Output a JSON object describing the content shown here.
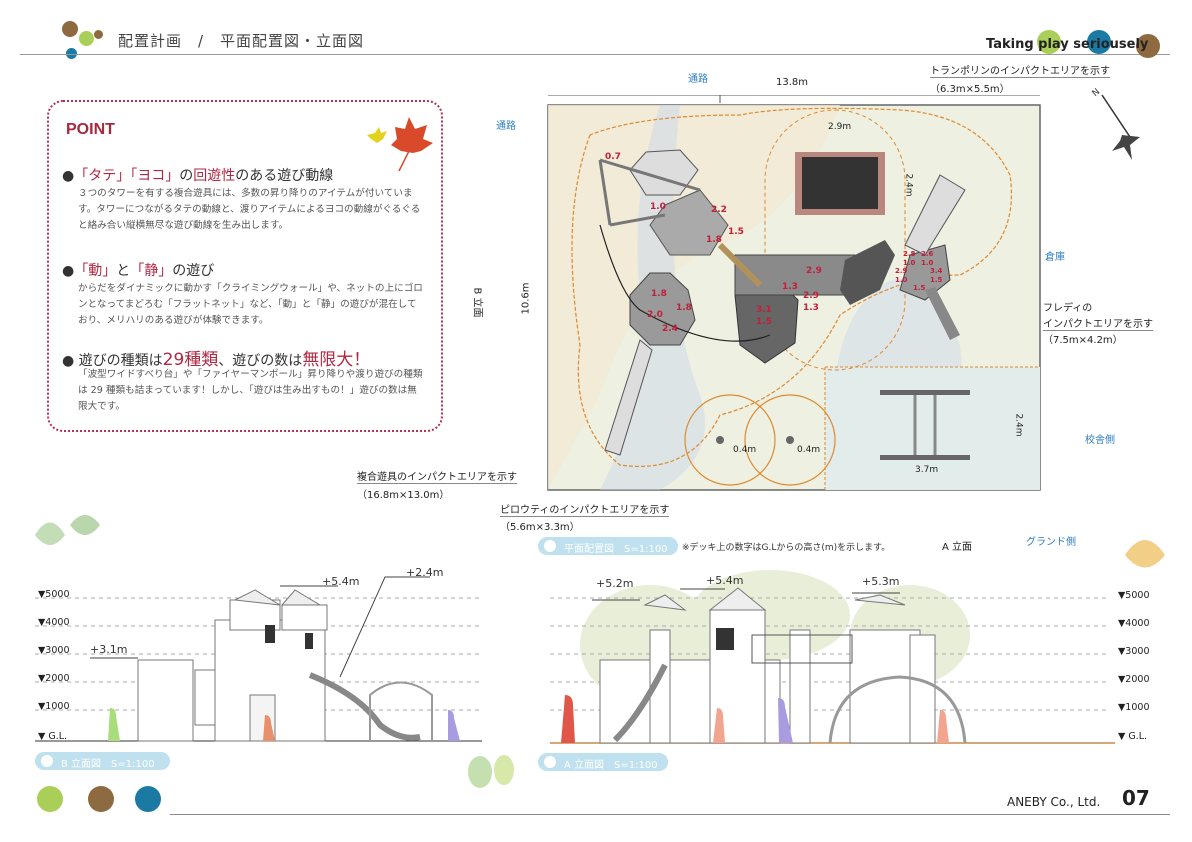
{
  "header": {
    "title": "配置計画　/　平面配置図・立面図",
    "tagline": "Taking play seriousely"
  },
  "point": {
    "title": "POINT",
    "sections": [
      {
        "heading_parts": [
          "「タテ」「ヨコ」",
          "の",
          "回遊性",
          "のある遊び動線"
        ],
        "body": "３つのタワーを有する複合遊具には、多数の昇り降りのアイテムが付いています。タワーにつながるタテの動線と、渡りアイテムによるヨコの動線がぐるぐると絡み合い縦横無尽な遊び動線を生み出します。"
      },
      {
        "heading_parts": [
          "「動」",
          "と",
          "「静」",
          "の遊び"
        ],
        "body": "からだをダイナミックに動かす「クライミングウォール」や、ネットの上にゴロンとなってまどろむ「フラットネット」など、「動」と「静」の遊びが混在しており、メリハリのある遊びが体験できます。"
      },
      {
        "heading_parts": [
          "遊びの種類は",
          "29種類",
          "、遊びの数は",
          "無限大！"
        ],
        "body": "「波型ワイドすべり台」や「ファイヤーマンポール」昇り降りや渡り遊びの種類は 29 種類も詰まっています！しかし、「遊びは生み出すもの！」遊びの数は無限大です。"
      }
    ]
  },
  "plan": {
    "road_top": "通路",
    "road_left": "通路",
    "width_dim": "13.8m",
    "height_dim": "10.6m",
    "storage": "倉庫",
    "school_side": "校舎側",
    "ground_side": "グランド側",
    "a_elev": "A 立面",
    "b_elev": "B 立面",
    "trampoline_note": "トランポリンのインパクトエリアを示す",
    "trampoline_size": "（6.3m×5.5m）",
    "freddy_note_1": "フレディの",
    "freddy_note_2": "インパクトエリアを示す",
    "freddy_size": "（7.5m×4.2m）",
    "complex_note": "複合遊具のインパクトエリアを示す",
    "complex_size": "（16.8m×13.0m）",
    "pirouetty_note": "ピロウティのインパクトエリアを示す",
    "pirouetty_size": "（5.6m×3.3m）",
    "dims": [
      "2.9m",
      "2.4m",
      "0.4m",
      "0.4m",
      "2.4m",
      "3.7m"
    ],
    "deck_heights": [
      "0.7",
      "1.0",
      "2.2",
      "1.5",
      "1.8",
      "1.8",
      "1.8",
      "2.0",
      "2.4",
      "3.1",
      "1.5",
      "1.3",
      "2.9",
      "2.9",
      "1.3",
      "2.8",
      "1.0",
      "2.6",
      "1.0",
      "2.9",
      "1.0",
      "3.4",
      "1.5",
      "1.5"
    ],
    "caption": "平面配置図　S=1:100",
    "note": "※デッキ上の数字はG.Lからの高さ(m)を示します。",
    "compass": "N"
  },
  "elev_b": {
    "levels": [
      "▼5000",
      "▼4000",
      "▼3000",
      "▼2000",
      "▼1000",
      "▼ G.L."
    ],
    "heights": [
      "+3.1m",
      "+5.4m",
      "+2.4m"
    ],
    "caption": "B 立面図　S=1:100"
  },
  "elev_a": {
    "levels": [
      "▼5000",
      "▼4000",
      "▼3000",
      "▼2000",
      "▼1000",
      "▼ G.L."
    ],
    "heights": [
      "+5.2m",
      "+5.4m",
      "+5.3m"
    ],
    "caption": "A 立面図　S=1:100"
  },
  "footer": {
    "company": "ANEBY Co., Ltd.",
    "page": "07"
  },
  "colors": {
    "accent": "#b02842",
    "green": "#a9cf58",
    "brown": "#8d6a3f",
    "blue": "#1a7aa3"
  }
}
